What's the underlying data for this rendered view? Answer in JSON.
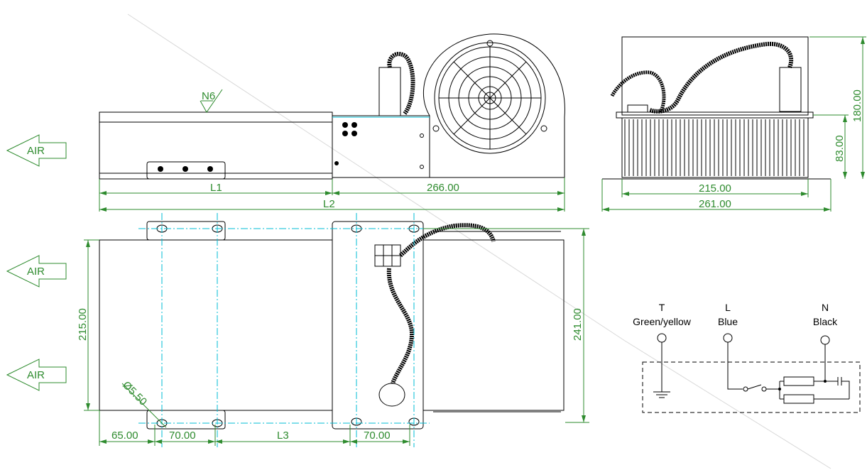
{
  "air_arrows": [
    "AIR",
    "AIR",
    "AIR"
  ],
  "surface_symbol": "N6",
  "front_view": {
    "dim_left": "L1",
    "dim_right": "266.00",
    "dim_total": "L2"
  },
  "side_view": {
    "dim_width": "215.00",
    "dim_base": "261.00",
    "dim_fin_height": "83.00",
    "dim_total_height": "180.00"
  },
  "top_view": {
    "dim_width": "215.00",
    "dim_depth": "241.00",
    "hole_label": "Ø5.50",
    "bottom_dims": [
      "65.00",
      "70.00",
      "L3",
      "70.00"
    ]
  },
  "schematic": {
    "terminals": [
      {
        "code": "T",
        "color": "Green/yellow"
      },
      {
        "code": "L",
        "color": "Blue"
      },
      {
        "code": "N",
        "color": "Black"
      }
    ]
  }
}
